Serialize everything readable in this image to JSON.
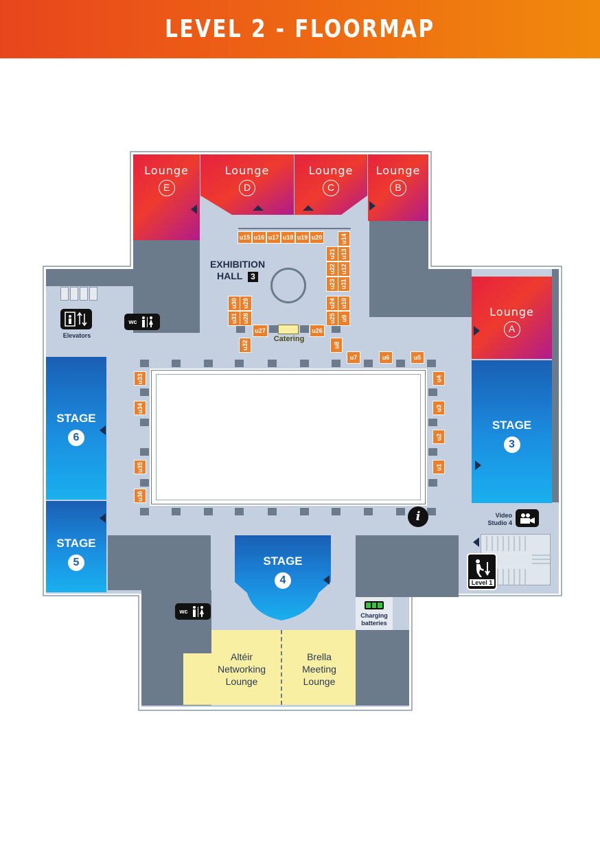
{
  "header": {
    "title": "LEVEL 2 - FLOORMAP"
  },
  "colors": {
    "header_start": "#e8451c",
    "header_end": "#f08a0c",
    "lounge": "#e6223f",
    "stage": "#1b8ee0",
    "booth": "#ee7f2a",
    "floor": "#c4d0df",
    "dark_area": "#6b7b8b",
    "yellow_area": "#f8efa2"
  },
  "lounges": {
    "a": {
      "label": "Lounge",
      "letter": "A"
    },
    "b": {
      "label": "Lounge",
      "letter": "B"
    },
    "c": {
      "label": "Lounge",
      "letter": "C"
    },
    "d": {
      "label": "Lounge",
      "letter": "D"
    },
    "e": {
      "label": "Lounge",
      "letter": "E"
    }
  },
  "stages": {
    "s3": {
      "label": "STAGE",
      "number": "3"
    },
    "s4": {
      "label": "STAGE",
      "number": "4"
    },
    "s5": {
      "label": "STAGE",
      "number": "5"
    },
    "s6": {
      "label": "STAGE",
      "number": "6"
    }
  },
  "exhibition": {
    "line1": "EXHIBITION",
    "line2": "HALL",
    "number": "3"
  },
  "catering": {
    "label": "Catering"
  },
  "booths": {
    "u4": "u4",
    "u5": "u5",
    "u6": "u6",
    "u7": "u7",
    "u8": "u8",
    "u9": "u9",
    "u10": "u10",
    "u11": "u11",
    "u12": "u12",
    "u13": "u13",
    "u14": "u14",
    "u15": "u15",
    "u16": "u16",
    "u17": "u17",
    "u18": "u18",
    "u19": "u19",
    "u20": "u20",
    "u21": "u21",
    "u22": "u22",
    "u23": "u23",
    "u24": "u24",
    "u25": "u25",
    "u26": "u26",
    "u27": "u27",
    "u28": "u28",
    "u29": "u29",
    "u30": "u30",
    "u31": "u31",
    "u32": "u32",
    "u33": "u33",
    "u34": "u34",
    "u35": "u35",
    "u36": "u36",
    "ul1": "u1",
    "ul2": "u2",
    "ul3": "u3"
  },
  "facilities": {
    "elevators": "Elevators",
    "wc": "wc",
    "video_studio_line1": "Video",
    "video_studio_line2": "Studio 4",
    "level1": "Level 1",
    "charging_line1": "Charging",
    "charging_line2": "batteries",
    "info": "i"
  },
  "networking_lounges": {
    "altair": {
      "line1": "Altéir",
      "line2": "Networking",
      "line3": "Lounge"
    },
    "brella": {
      "line1": "Brella",
      "line2": "Meeting",
      "line3": "Lounge"
    }
  }
}
